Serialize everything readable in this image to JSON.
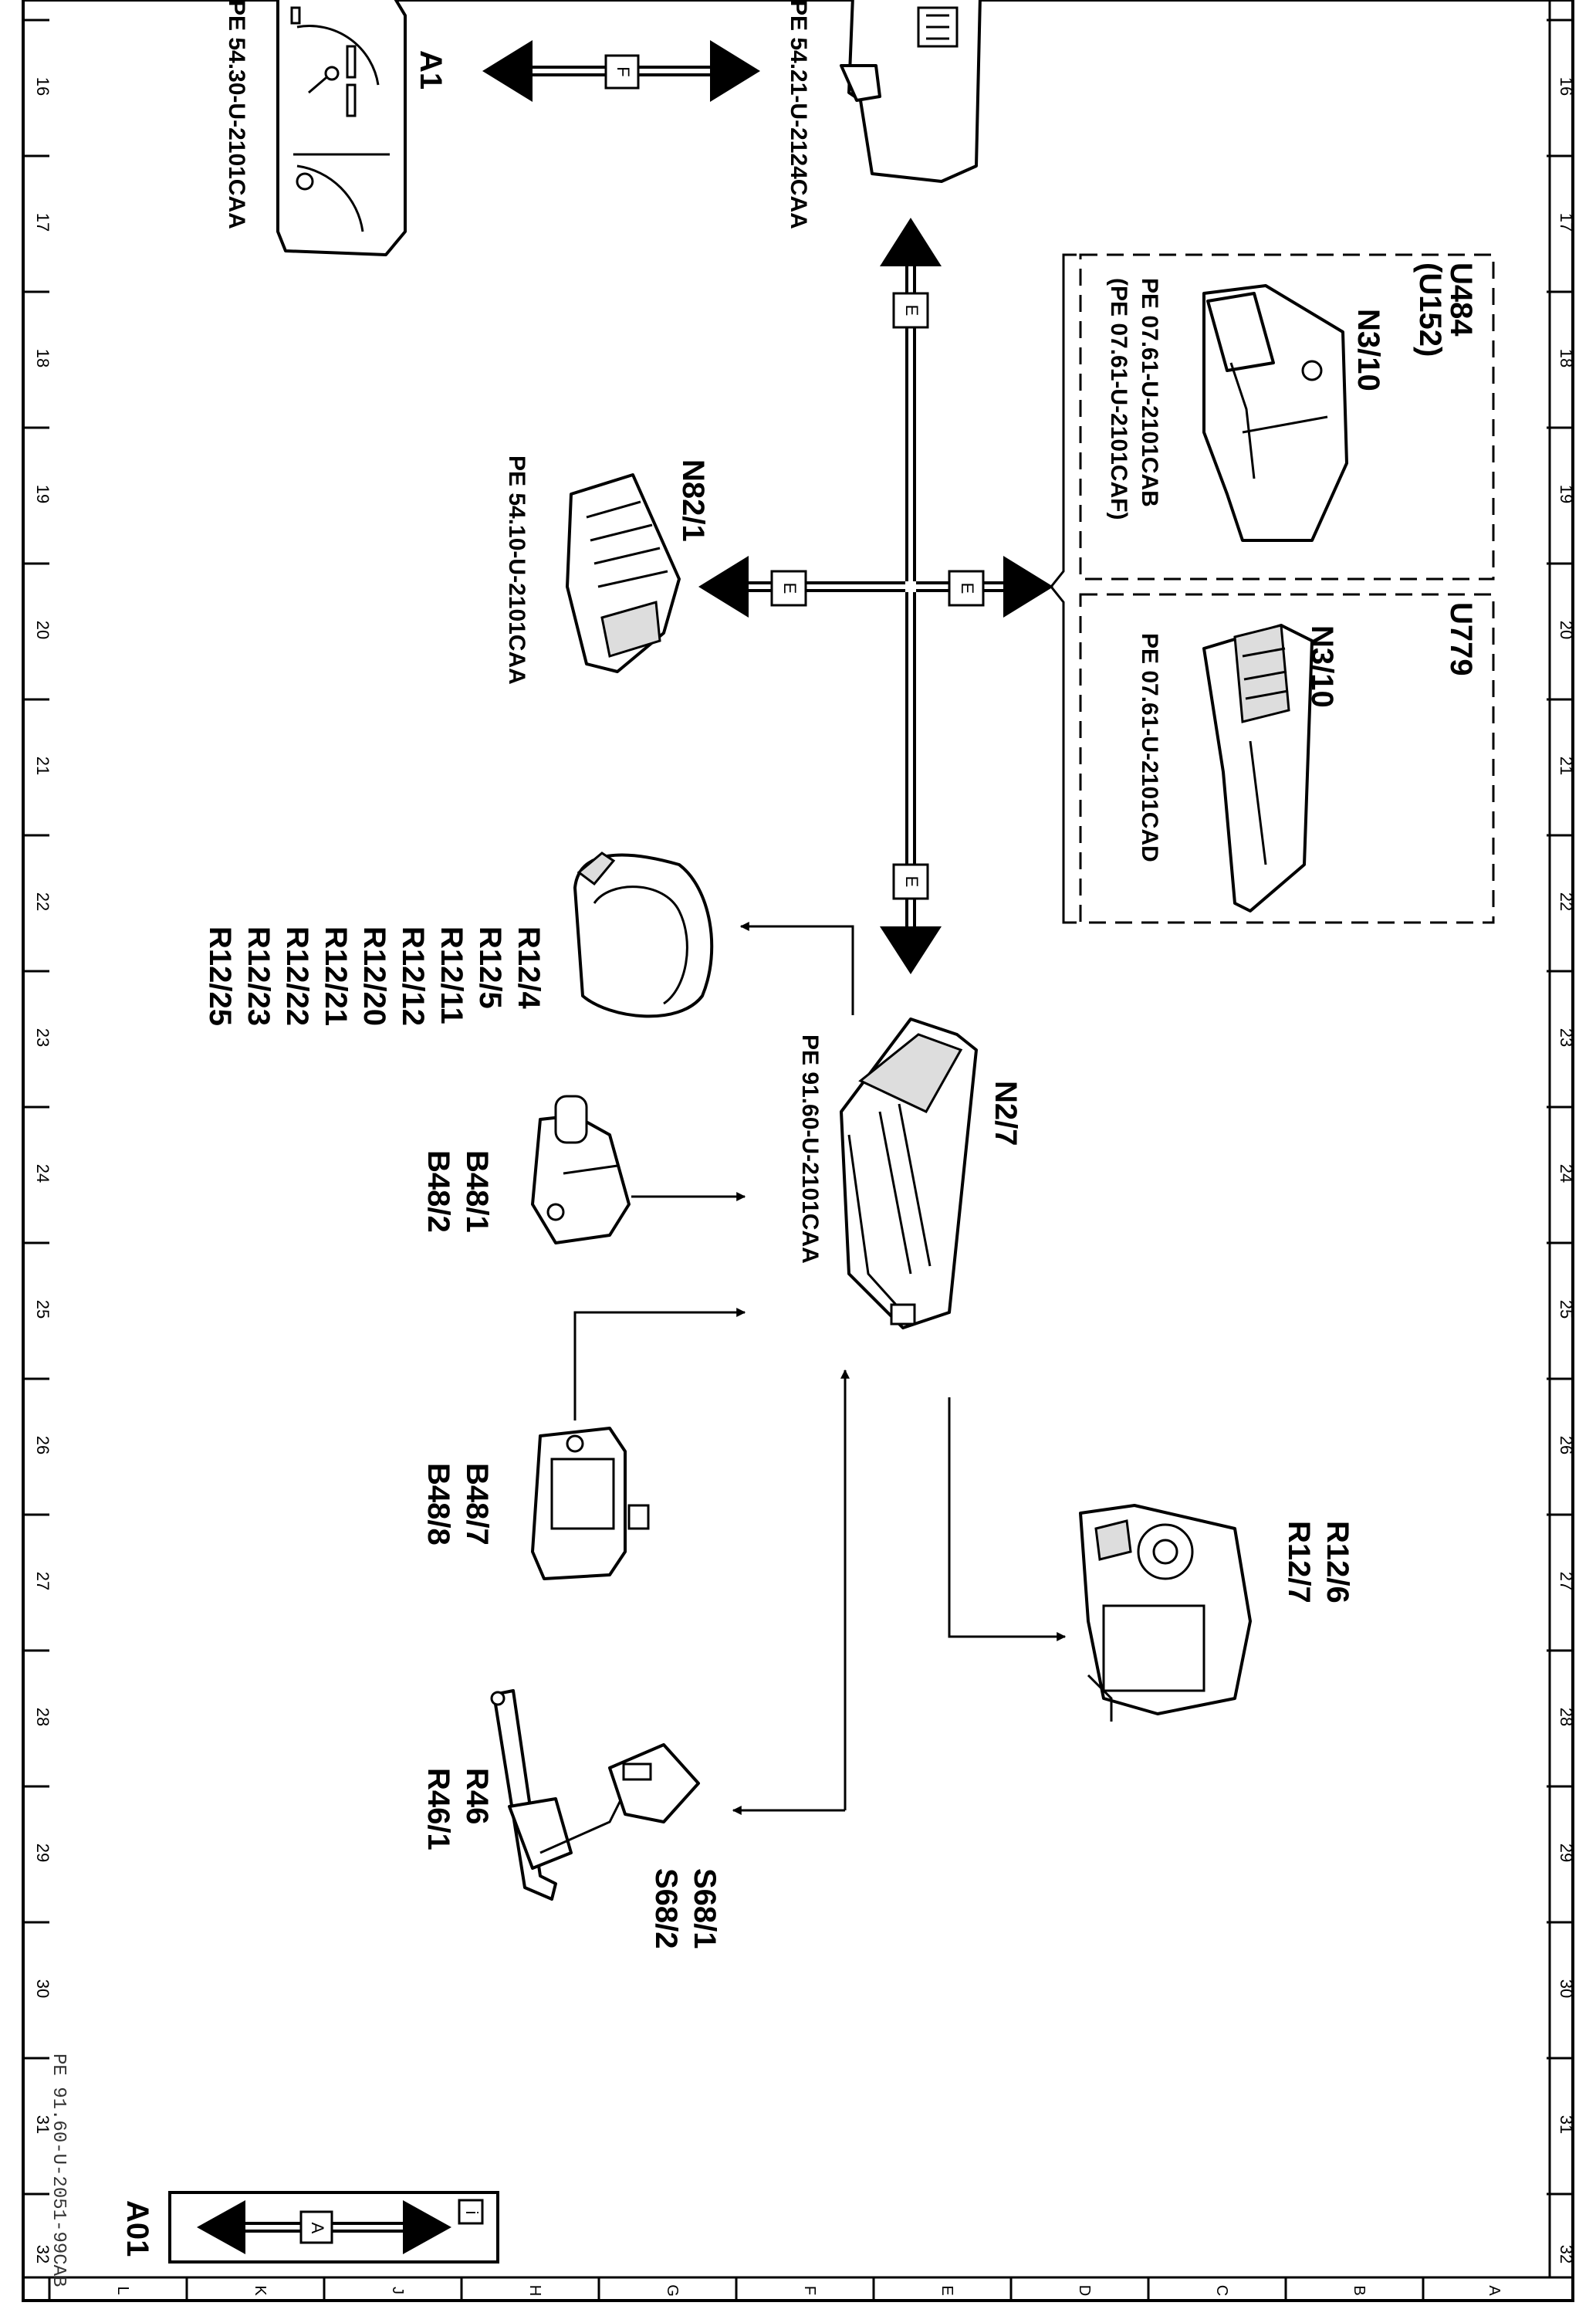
{
  "ruler_left": [
    "16",
    "17",
    "18",
    "19",
    "20",
    "21",
    "22",
    "23",
    "24",
    "25",
    "26",
    "27",
    "28",
    "29",
    "30",
    "31",
    "32"
  ],
  "ruler_right": [
    "16",
    "17",
    "18",
    "19",
    "20",
    "21",
    "22",
    "23",
    "24",
    "25",
    "26",
    "27",
    "28",
    "29",
    "30",
    "31",
    "32"
  ],
  "ruler_bottom": [
    "L",
    "K",
    "J",
    "H",
    "G",
    "F",
    "E",
    "D",
    "C",
    "B",
    "A"
  ],
  "bus_labels": {
    "f": "F",
    "e": "E",
    "a": "A"
  },
  "components": {
    "a1": {
      "id": "A1",
      "ref": "PE 54.30-U-2101CAA"
    },
    "top_module": {
      "ref": "PE 54.21-U-2124CAA"
    },
    "u484": {
      "box": "U484",
      "sub": "(U152)",
      "id": "N3/10",
      "ref1": "PE 07.61-U-2101CAB",
      "ref2": "(PE 07.61-U-2101CAF)"
    },
    "u779": {
      "box": "U779",
      "id": "N3/10",
      "ref": "PE 07.61-U-2101CAD"
    },
    "n82": {
      "id": "N82/1",
      "ref": "PE 54.10-U-2101CAA"
    },
    "n27": {
      "id": "N2/7",
      "ref": "PE 91.60-U-2101CAA"
    },
    "airbags": {
      "ids": [
        "R12/4",
        "R12/5",
        "R12/11",
        "R12/12",
        "R12/20",
        "R12/21",
        "R12/22",
        "R12/23",
        "R12/25"
      ]
    },
    "b48a": {
      "ids": [
        "B48/1",
        "B48/2"
      ]
    },
    "b48b": {
      "ids": [
        "B48/7",
        "B48/8"
      ]
    },
    "retractor": {
      "ids": [
        "R12/6",
        "R12/7"
      ]
    },
    "belt": {
      "ids": [
        "R46",
        "R46/1"
      ]
    },
    "buckle": {
      "ids": [
        "S68/1",
        "S68/2"
      ]
    }
  },
  "legend": {
    "title": "A01",
    "info": "i"
  },
  "footer_code": "PE 91.60-U-2051-99CAB"
}
